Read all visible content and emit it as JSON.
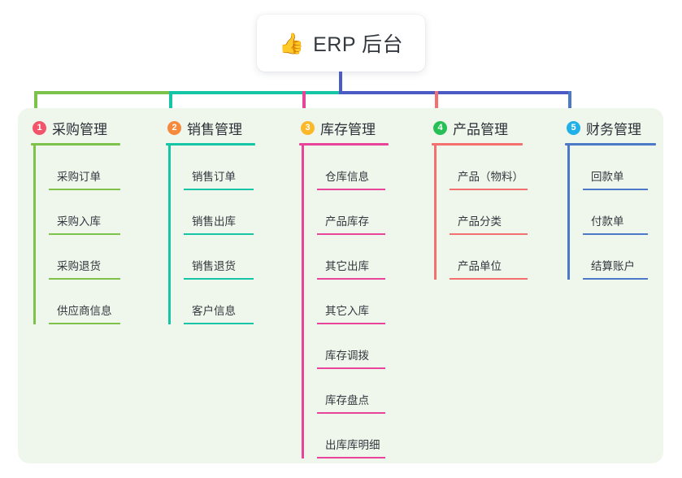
{
  "root": {
    "icon": "thumbs-up-icon",
    "icon_glyph": "👍",
    "title": "ERP 后台"
  },
  "colors": {
    "panel_background": "#eff7ec",
    "trunk": "#4a5bc6",
    "bus_left": "#15c2a4",
    "bus_right": "#4a5bc6",
    "green": "#7dc24b",
    "teal": "#16c4a6",
    "magenta": "#e8449a",
    "red": "#f4706f",
    "blue": "#4c79c8",
    "badge_1": "#f2556b",
    "badge_2": "#f58a3c",
    "badge_3": "#fbb829",
    "badge_4": "#27c057",
    "badge_5": "#21b0e8"
  },
  "columns": [
    {
      "number": "1",
      "title": "采购管理",
      "badge_color": "#f2556b",
      "line_color": "#7dc24b",
      "items": [
        "采购订单",
        "采购入库",
        "采购退货",
        "供应商信息"
      ]
    },
    {
      "number": "2",
      "title": "销售管理",
      "badge_color": "#f58a3c",
      "line_color": "#16c4a6",
      "items": [
        "销售订单",
        "销售出库",
        "销售退货",
        "客户信息"
      ]
    },
    {
      "number": "3",
      "title": "库存管理",
      "badge_color": "#fbb829",
      "line_color": "#e8449a",
      "items": [
        "仓库信息",
        "产品库存",
        "其它出库",
        "其它入库",
        "库存调拨",
        "库存盘点",
        "出库库明细"
      ]
    },
    {
      "number": "4",
      "title": "产品管理",
      "badge_color": "#27c057",
      "line_color": "#f4706f",
      "items": [
        "产品（物料）",
        "产品分类",
        "产品单位"
      ]
    },
    {
      "number": "5",
      "title": "财务管理",
      "badge_color": "#21b0e8",
      "line_color": "#4c79c8",
      "items": [
        "回款单",
        "付款单",
        "结算账户"
      ]
    }
  ]
}
